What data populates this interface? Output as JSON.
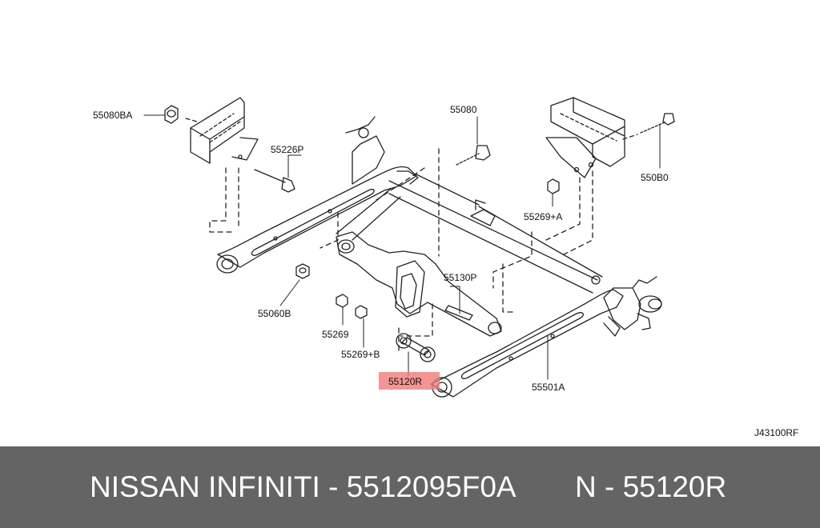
{
  "diagram": {
    "labels": {
      "p55080BA": "55080BA",
      "p55226P": "55226P",
      "p55080": "55080",
      "p550B0": "550B0",
      "p55269A": "55269+A",
      "p55130P": "55130P",
      "p55060B": "55060B",
      "p55269": "55269",
      "p55269B": "55269+B",
      "p55120R": "55120R",
      "p55501A": "55501A"
    },
    "drawing_code": "J43100RF",
    "highlight_color": "#f07a7a"
  },
  "caption": {
    "text": "NISSAN INFINITI - 5512095F0A",
    "code": "N - 55120R"
  },
  "colors": {
    "caption_bg": "#646464",
    "caption_fg": "#ffffff",
    "line": "#222222"
  }
}
